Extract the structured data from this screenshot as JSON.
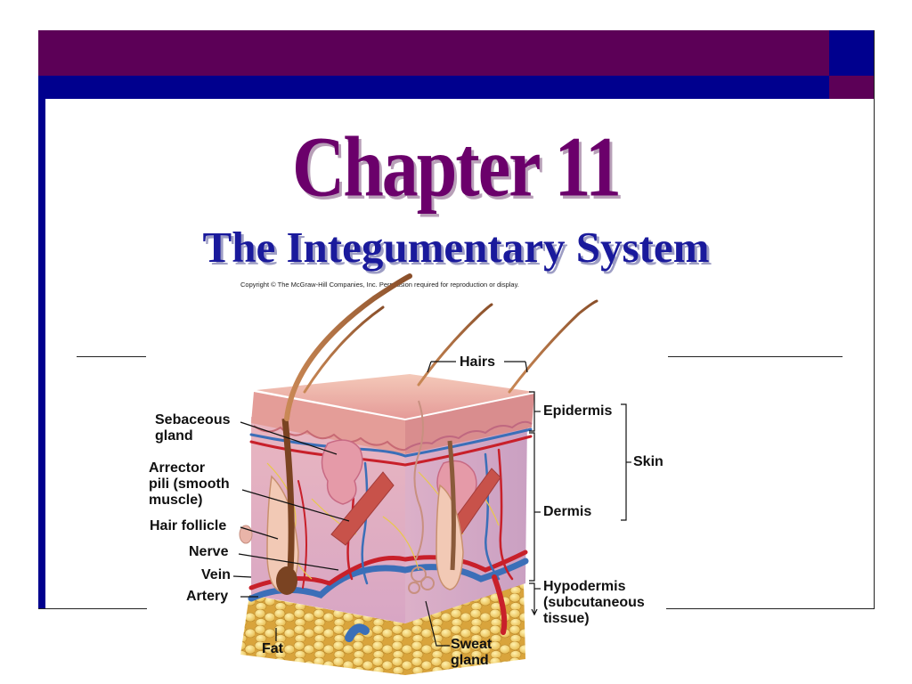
{
  "slide": {
    "title": "Chapter 11",
    "subtitle": "The Integumentary System"
  },
  "figure": {
    "copyright": "Copyright © The McGraw-Hill Companies, Inc. Permission required for reproduction or display.",
    "labels": {
      "hairs": "Hairs",
      "sebaceous_gland": [
        "Sebaceous",
        "gland"
      ],
      "arrector_pili": [
        "Arrector",
        "pili (smooth",
        "muscle)"
      ],
      "hair_follicle": "Hair follicle",
      "nerve": "Nerve",
      "vein": "Vein",
      "artery": "Artery",
      "fat": "Fat",
      "sweat_gland": [
        "Sweat",
        "gland"
      ],
      "epidermis": "Epidermis",
      "dermis": "Dermis",
      "skin": "Skin",
      "hypodermis": [
        "Hypodermis",
        "(subcutaneous",
        "tissue)"
      ]
    }
  },
  "colors": {
    "purple": "#5c0057",
    "navy": "#00008e",
    "title": "#6b006b",
    "subtitle": "#1a1a9c"
  }
}
